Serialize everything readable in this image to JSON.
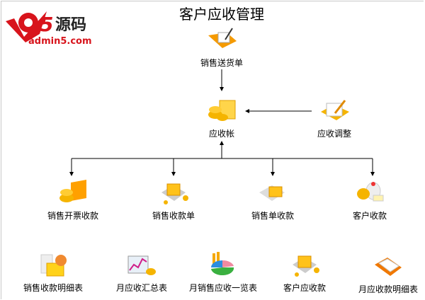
{
  "title": "客户应收管理",
  "logo": {
    "brand": "a5源码",
    "url_text": "admin5.com"
  },
  "nodes": {
    "sales_delivery": "销售送货单",
    "receivable_account": "应收帐",
    "receivable_adjust": "应收调整",
    "sales_invoice_receipt": "销售开票收款",
    "sales_receipt_note": "销售收款单",
    "sales_order_receipt": "销售单收款",
    "customer_receipt": "客户收款"
  },
  "reports": [
    "销售收款明细表",
    "月应收汇总表",
    "月销售应收一览表",
    "客户应收款",
    "月应收款明细表"
  ],
  "colors": {
    "accent": "#f5a800",
    "logo_red": "#d8141c"
  }
}
